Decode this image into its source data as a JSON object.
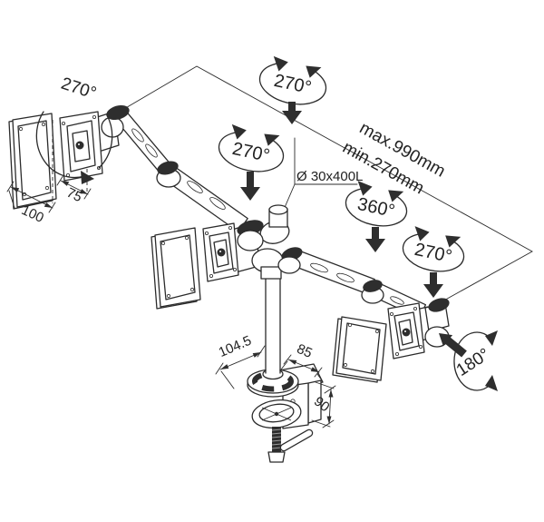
{
  "figure": {
    "description": "Technical drawing of a dual monitor desk mount arm with rotation and dimension annotations",
    "background": "#ffffff",
    "ink": "#2b2b2b",
    "rotations": {
      "left_monitor": "270°",
      "left_arm_joint": "270°",
      "center_joint": "270°",
      "pole": "360°",
      "right_arm_joint": "270°",
      "right_monitor": "180°"
    },
    "dimensions": {
      "plate_width": "100",
      "plate_hole_spacing": "75",
      "span_max": "max.990mm",
      "span_min": "min.270mm",
      "pole_spec": "Ø 30x400L",
      "base_depth": "104.5",
      "base_width": "85",
      "clamp_height": "90"
    }
  }
}
